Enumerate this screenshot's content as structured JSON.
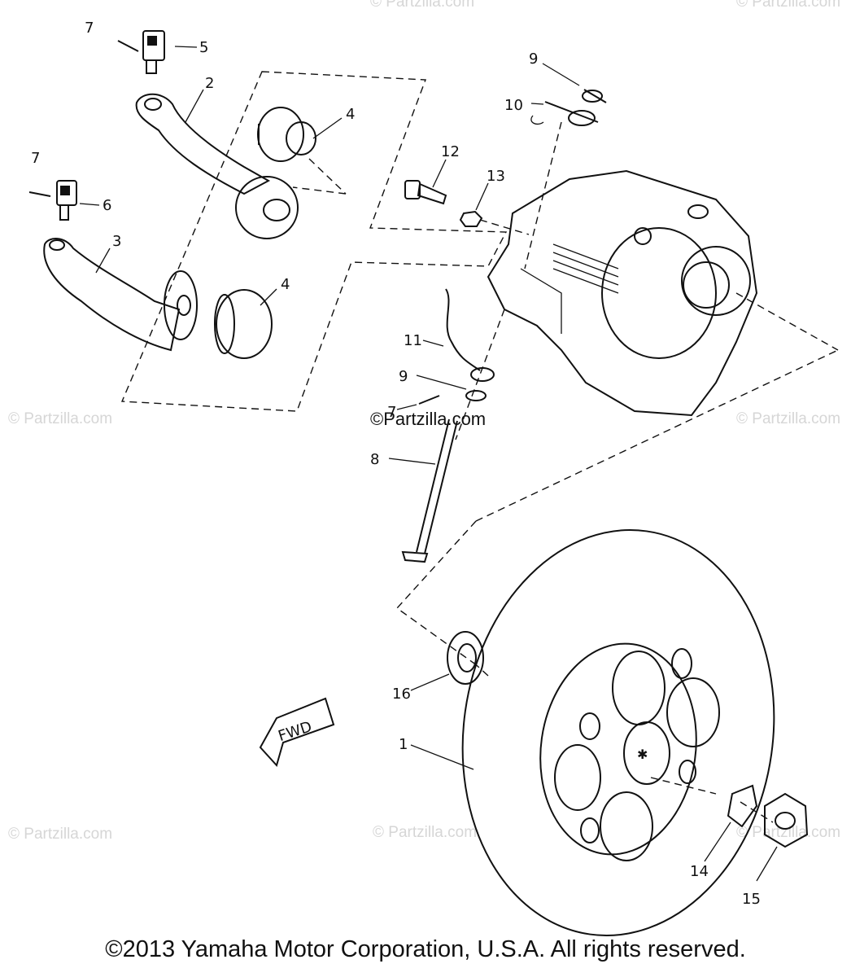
{
  "callouts": [
    "1",
    "2",
    "3",
    "4",
    "4",
    "5",
    "6",
    "7",
    "7",
    "7",
    "8",
    "9",
    "9",
    "10",
    "11",
    "12",
    "13",
    "14",
    "15",
    "16"
  ],
  "fwd_label": "FWD",
  "watermarks": [
    "© Partzilla.com",
    "© Partzilla.com",
    "© Partzilla.com",
    "© Partzilla.com",
    "© Partzilla.com",
    "© Partzilla.com",
    "© Partzilla.com"
  ],
  "center_watermark": "©Partzilla.com",
  "copyright": "©2013 Yamaha Motor Corporation, U.S.A. All rights reserved."
}
